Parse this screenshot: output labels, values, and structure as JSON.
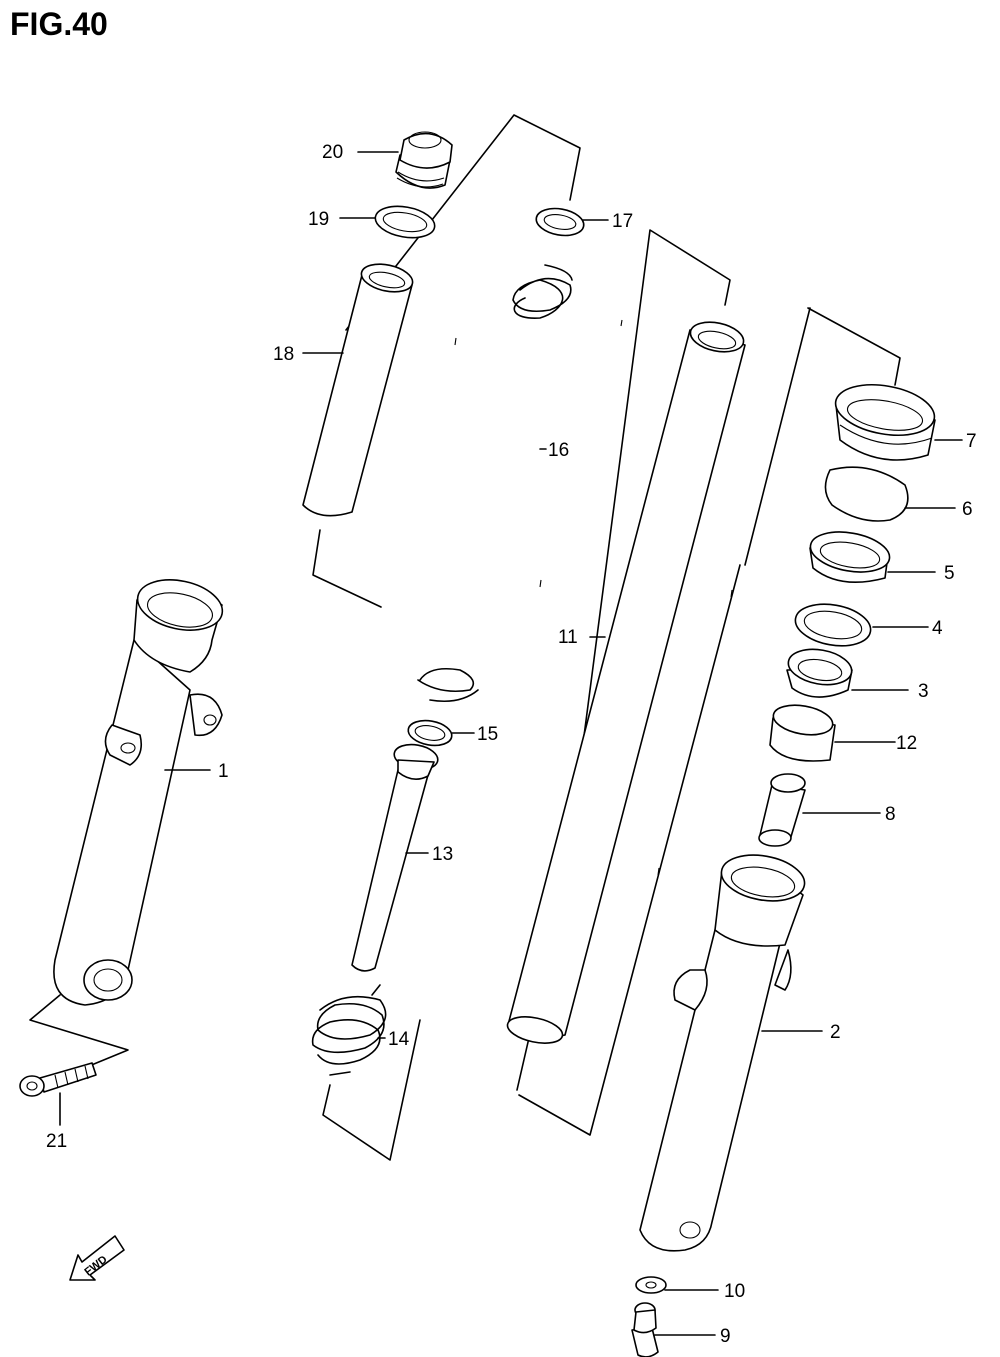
{
  "figure": {
    "title": "FIG.40"
  },
  "callouts": {
    "p1": "1",
    "p2": "2",
    "p3": "3",
    "p4": "4",
    "p5": "5",
    "p6": "6",
    "p7": "7",
    "p8": "8",
    "p9": "9",
    "p10": "10",
    "p11": "11",
    "p12": "12",
    "p13": "13",
    "p14": "14",
    "p15": "15",
    "p16": "16",
    "p17": "17",
    "p18": "18",
    "p19": "19",
    "p20": "20",
    "p21": "21"
  },
  "direction_badge": {
    "text": "FWD"
  }
}
